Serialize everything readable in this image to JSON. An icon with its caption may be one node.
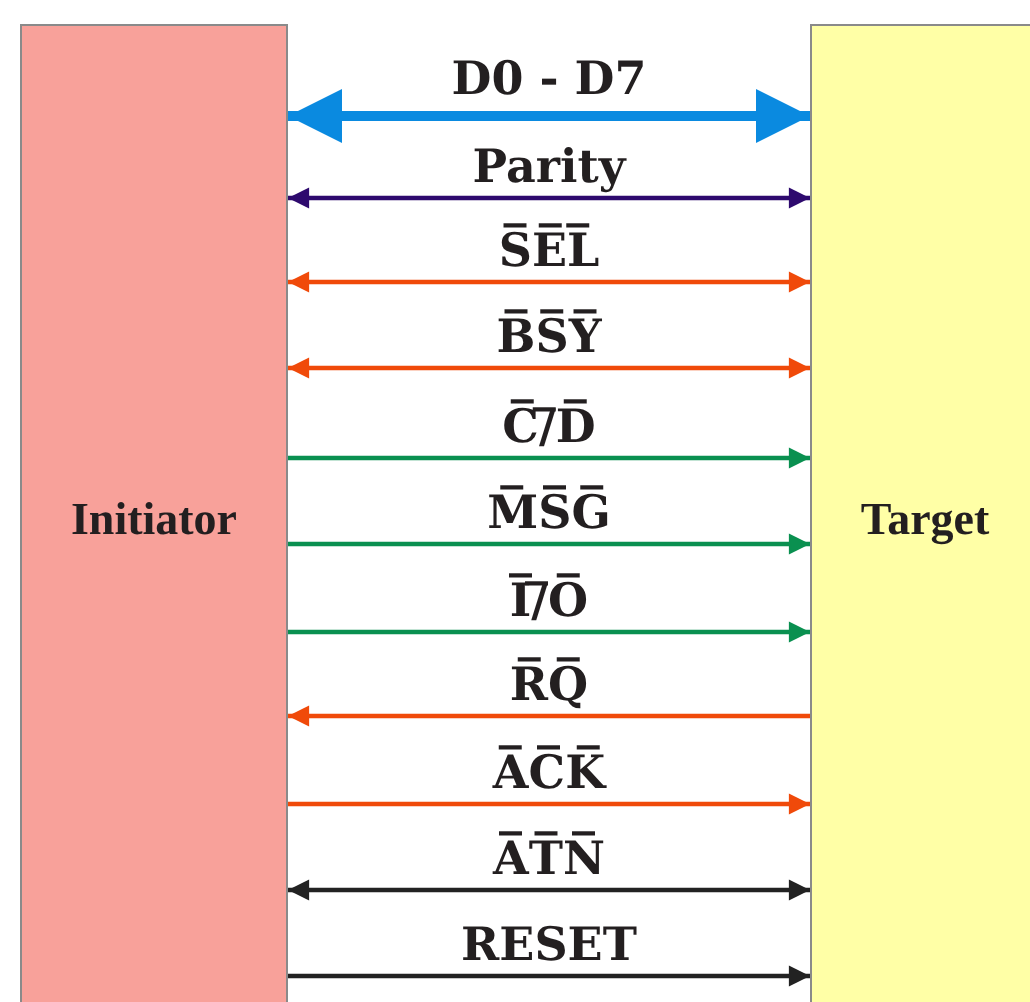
{
  "diagram": {
    "nodes": [
      {
        "text": [
          "Initiator"
        ]
      },
      {
        "text": [
          "Target"
        ]
      }
    ],
    "edges": [
      {
        "from": 0,
        "to": 1,
        "arrow": "both",
        "label": "D0 - D7",
        "style": "thick",
        "color": "#0a8ae0"
      },
      {
        "from": 0,
        "to": 1,
        "arrow": "both",
        "label": "Parity",
        "color": "#2e0a6e"
      },
      {
        "from": 0,
        "to": 1,
        "arrow": "both",
        "label": "S̅E̅L̅",
        "color": "#f04a0a"
      },
      {
        "from": 0,
        "to": 1,
        "arrow": "both",
        "label": "B̅S̅Y̅",
        "color": "#f04a0a"
      },
      {
        "from": 0,
        "to": 1,
        "arrow": "to",
        "label": "C̅/̅D̅",
        "color": "#0a9050"
      },
      {
        "from": 0,
        "to": 1,
        "arrow": "to",
        "label": "M̅S̅G̅",
        "color": "#0a9050"
      },
      {
        "from": 0,
        "to": 1,
        "arrow": "to",
        "label": "I̅/̅O̅",
        "color": "#0a9050"
      },
      {
        "from": 1,
        "to": 0,
        "arrow": "to",
        "label": "R̅Q̅",
        "color": "#f04a0a"
      },
      {
        "from": 0,
        "to": 1,
        "arrow": "to",
        "label": "A̅C̅K̅",
        "color": "#f04a0a"
      },
      {
        "from": 0,
        "to": 1,
        "arrow": "both",
        "label": "A̅T̅N̅",
        "color": "#222222"
      },
      {
        "from": 0,
        "to": 1,
        "arrow": "to",
        "label": "RESET",
        "color": "#222222"
      }
    ]
  }
}
